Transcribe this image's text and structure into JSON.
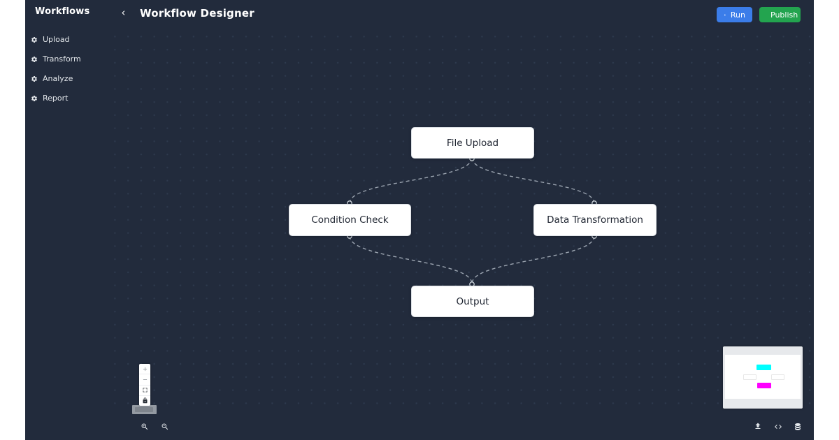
{
  "header": {
    "title": "Workflow Designer",
    "run_label": "Run",
    "publish_label": "Publish"
  },
  "sidebar": {
    "title": "Workflows",
    "items": [
      {
        "label": "Upload",
        "icon": "gear-icon"
      },
      {
        "label": "Transform",
        "icon": "gear-icon"
      },
      {
        "label": "Analyze",
        "icon": "gear-icon"
      },
      {
        "label": "Report",
        "icon": "gear-icon"
      }
    ]
  },
  "canvas": {
    "nodes": [
      {
        "id": "file-upload",
        "label": "File Upload"
      },
      {
        "id": "condition-check",
        "label": "Condition Check"
      },
      {
        "id": "data-transformation",
        "label": "Data Transformation"
      },
      {
        "id": "output",
        "label": "Output"
      }
    ],
    "edges": [
      {
        "source": "file-upload",
        "target": "condition-check",
        "style": "dashed"
      },
      {
        "source": "file-upload",
        "target": "data-transformation",
        "style": "dashed"
      },
      {
        "source": "condition-check",
        "target": "output",
        "style": "dashed"
      },
      {
        "source": "data-transformation",
        "target": "output",
        "style": "dashed"
      }
    ]
  },
  "controls": {
    "buttons": [
      "zoom-in",
      "zoom-out",
      "fit-view",
      "lock"
    ]
  },
  "footer": {
    "left_buttons": [
      "zoom-in-magnifier",
      "zoom-out-magnifier"
    ],
    "right_buttons": [
      "upload",
      "code",
      "database"
    ]
  },
  "minimap": {
    "nodes": [
      {
        "id": "file-upload",
        "color": "#00ffff"
      },
      {
        "id": "condition-check",
        "color": "#ffffff"
      },
      {
        "id": "data-transformation",
        "color": "#ffffff"
      },
      {
        "id": "output",
        "color": "#ff00ff"
      }
    ]
  },
  "colors": {
    "app_background": "#222b3c",
    "dot_grid": "#2e3a4e",
    "node_background": "#ffffff",
    "node_text": "#1e2430",
    "edge": "#a9b1bd",
    "run_button": "#3b7de9",
    "publish_button": "#23a44f",
    "minimap_mask": "#e7e9ec"
  }
}
